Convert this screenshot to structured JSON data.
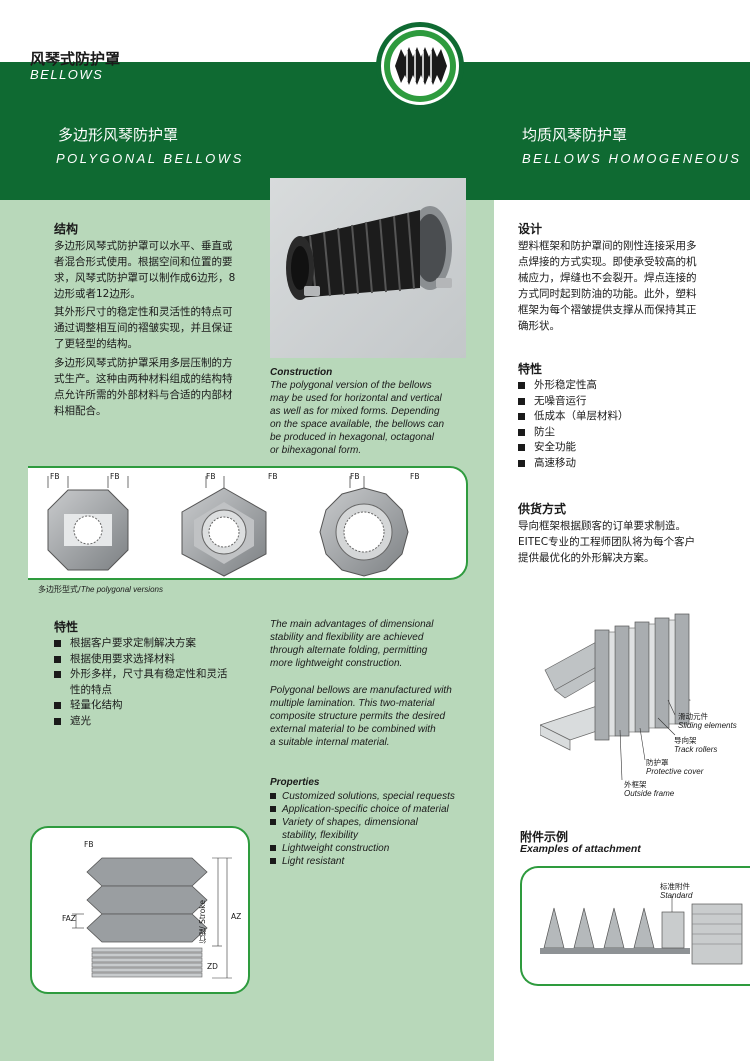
{
  "brand": {
    "cn": "风琴式防护罩",
    "en": "BELLOWS"
  },
  "left_header": {
    "cn": "多边形风琴防护罩",
    "en": "POLYGONAL BELLOWS"
  },
  "right_header": {
    "cn": "均质风琴防护罩",
    "en": "BELLOWS HOMOGENEOUS"
  },
  "structure": {
    "title": "结构",
    "paragraphs": [
      "多边形风琴式防护罩可以水平、垂直或\n者混合形式使用。根据空间和位置的要\n求，风琴式防护罩可以制作成6边形，8\n边形或者12边形。",
      "其外形尺寸的稳定性和灵活性的特点可\n通过调整相互间的褶皱实现，并且保证\n了更轻型的结构。",
      "多边形风琴式防护罩采用多层压制的方\n式生产。这种由两种材料组成的结构特\n点允许所需的外部材料与合适的内部材\n料相配合。"
    ]
  },
  "construction": {
    "title": "Construction",
    "text": "The polygonal version of the bellows\nmay be used for horizontal and vertical\nas well as for mixed forms. Depending\non the space available, the bellows can\nbe produced in hexagonal, octagonal\nor bihexagonal form."
  },
  "polygon_diagram": {
    "fb_label": "FB",
    "caption_cn": "多边形型式/",
    "caption_en": "The polygonal versions"
  },
  "features_cn": {
    "title": "特性",
    "items": [
      "根据客户要求定制解决方案",
      "根据使用要求选择材料",
      "外形多样，尺寸具有稳定性和灵活\n性的特点",
      "轻量化结构",
      "遮光"
    ]
  },
  "advantages_en": {
    "p1": "The main advantages of dimensional\nstability and flexibility are achieved\nthrough alternate folding, permitting\nmore lightweight construction.",
    "p2": "Polygonal bellows are manufactured with\nmultiple lamination. This two-material\ncomposite structure permits the desired\nexternal material to be combined with\na suitable internal material."
  },
  "properties_en": {
    "title": "Properties",
    "items": [
      "Customized solutions, special requests",
      "Application-specific choice of material",
      "Variety of shapes, dimensional\nstability, flexibility",
      "Lightweight construction",
      "Light resistant"
    ]
  },
  "bellow_diagram": {
    "fb": "FB",
    "faz": "FAZ",
    "stroke": "行程/ Stroke",
    "az": "AZ",
    "zd": "ZD"
  },
  "design": {
    "title": "设计",
    "text": "塑料框架和防护罩间的刚性连接采用多\n点焊接的方式实现。即使承受较高的机\n械应力，焊缝也不会裂开。焊点连接的\n方式同时起到防油的功能。此外，塑料\n框架为每个褶皱提供支撑从而保持其正\n确形状。"
  },
  "features_right": {
    "title": "特性",
    "items": [
      "外形稳定性高",
      "无噪音运行",
      "低成本（单层材料）",
      "防尘",
      "安全功能",
      "高速移动"
    ]
  },
  "supply": {
    "title": "供货方式",
    "text": "导向框架根据顾客的订单要求制造。\nEITEC专业的工程师团队将为每个客户\n提供最优化的外形解决方案。"
  },
  "homog_diagram": {
    "labels": [
      {
        "cn": "滑动元件",
        "en": "Sliding elements"
      },
      {
        "cn": "导向架",
        "en": "Track rollers"
      },
      {
        "cn": "防护罩",
        "en": "Protective cover"
      },
      {
        "cn": "外框架",
        "en": "Outside frame"
      }
    ]
  },
  "attachment": {
    "title_cn": "附件示例",
    "title_en": "Examples of attachment",
    "std_cn": "标准附件",
    "std_en": "Standard"
  }
}
